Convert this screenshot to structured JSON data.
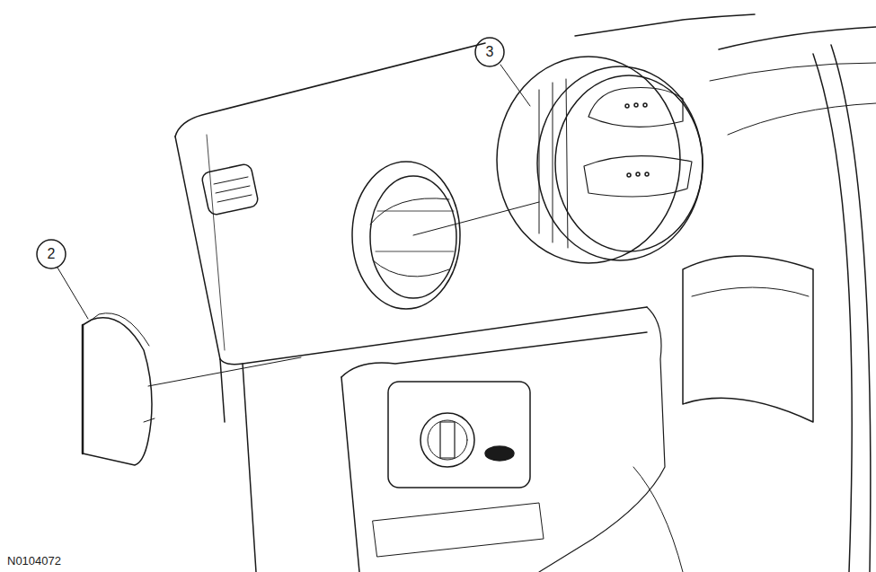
{
  "diagram": {
    "labels": [
      "3",
      "2",
      "N0104072"
    ]
  }
}
